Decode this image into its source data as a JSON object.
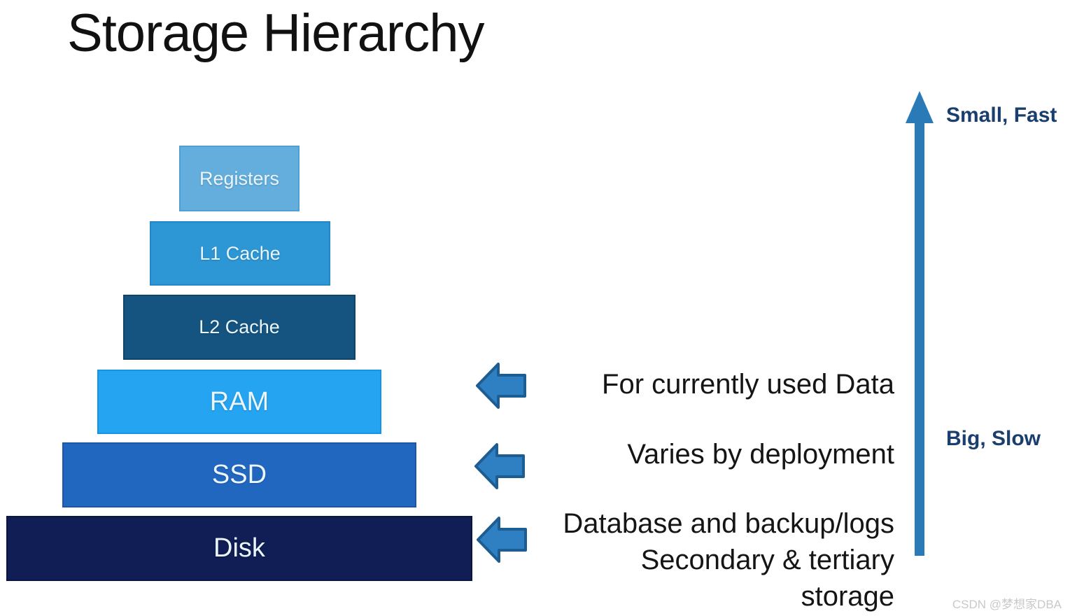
{
  "title": "Storage Hierarchy",
  "pyramid": {
    "levels": [
      {
        "label": "Registers",
        "color": "#63aedd",
        "border_color": "#4f9fd2"
      },
      {
        "label": "L1 Cache",
        "color": "#2d96d5",
        "border_color": "#2187c6"
      },
      {
        "label": "L2 Cache",
        "color": "#155480",
        "border_color": "#0f4368"
      },
      {
        "label": "RAM",
        "color": "#25a4f1",
        "border_color": "#1694e3"
      },
      {
        "label": "SSD",
        "color": "#2267bf",
        "border_color": "#1b57a6"
      },
      {
        "label": "Disk",
        "color": "#101e55",
        "border_color": "#0b1640"
      }
    ]
  },
  "annotations": {
    "ram_note": "For currently used Data",
    "ssd_note": "Varies by deployment",
    "disk_note_line1": "Database and backup/logs",
    "disk_note_line2": "Secondary & tertiary",
    "disk_note_line3": "storage"
  },
  "scale_axis": {
    "top_label": "Small, Fast",
    "bottom_label": "Big, Slow",
    "arrow_color": "#2b7ab8",
    "label_color": "#1a3e6e"
  },
  "pointer_arrows": {
    "fill": "#2e80c2",
    "stroke": "#1e5d92",
    "count": 3
  },
  "watermark": "CSDN @梦想家DBA"
}
